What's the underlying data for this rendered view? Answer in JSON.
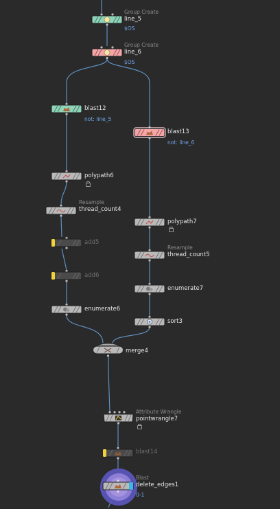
{
  "colors": {
    "background": "#2a2a2a",
    "wire": "#5f8fbf",
    "node_gray": "#b9b9b9",
    "node_dark": "#4a4a4a",
    "node_green": "#8fd3b8",
    "node_red": "#f3a5a8",
    "bypass_yellow": "#f2d23c",
    "display_blue": "#3d7fd6",
    "text": "#e6e6e6",
    "type_text": "#8c8c8c",
    "sub_text": "#6fa6e8"
  },
  "nodes": {
    "line_5": {
      "type_label": "Group Create",
      "name": "line_5",
      "sub": "$OS"
    },
    "line_6": {
      "type_label": "Group Create",
      "name": "line_6",
      "sub": "$OS"
    },
    "blast12": {
      "name": "blast12",
      "sub": "not: line_5"
    },
    "blast13": {
      "name": "blast13",
      "sub": "not: line_6"
    },
    "polypath6": {
      "name": "polypath6"
    },
    "thread_count4": {
      "type_label": "Resample",
      "name": "thread_count4"
    },
    "add5": {
      "name": "add5"
    },
    "add6": {
      "name": "add6"
    },
    "enumerate6": {
      "name": "enumerate6"
    },
    "polypath7": {
      "name": "polypath7"
    },
    "thread_count5": {
      "type_label": "Resample",
      "name": "thread_count5"
    },
    "enumerate7": {
      "name": "enumerate7"
    },
    "sort3": {
      "name": "sort3"
    },
    "merge4": {
      "name": "merge4"
    },
    "pointwrangle7": {
      "type_label": "Attribute Wrangle",
      "name": "pointwrangle7"
    },
    "blast14": {
      "name": "blast14"
    },
    "delete_edges1": {
      "type_label": "Blast",
      "name": "delete_edges1",
      "sub": "0-1"
    }
  }
}
